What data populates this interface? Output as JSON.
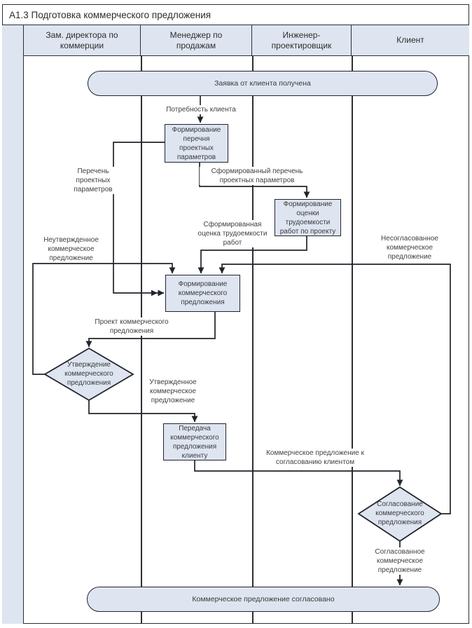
{
  "title": "А1.3 Подготовка коммерческого предложения",
  "lanes": [
    {
      "label": "Зам. директора по коммерции"
    },
    {
      "label": "Менеджер по продажам"
    },
    {
      "label": "Инженер-проектировщик"
    },
    {
      "label": "Клиент"
    }
  ],
  "nodes": {
    "start_event": "Заявка от клиента получена",
    "activity_list_params": "Формирование перечня проектных параметров",
    "activity_effort_estimate": "Формирование оценки трудоемкости работ по проекту",
    "activity_form_proposal": "Формирование коммерческого предложения",
    "activity_send_proposal": "Передача коммерческого предложения клиенту",
    "decision_approve": "Утверждение коммерческого предложения",
    "decision_agree": "Согласование коммерческого предложения",
    "end_event": "Коммерческое предложение согласовано"
  },
  "flow_labels": {
    "client_need": "Потребность клиента",
    "params_list": "Перечень проектных параметров",
    "formed_params_list": "Сформированный перечень проектных параметров",
    "formed_effort_estimate": "Сформированная оценка трудоемкости работ",
    "unapproved_proposal": "Неутвержденное коммерческое предложение",
    "unagreed_proposal": "Несогласованное коммерческое предложение",
    "draft_proposal": "Проект коммерческого предложения",
    "approved_proposal": "Утвержденное коммерческое предложение",
    "proposal_for_agreement": "Коммерческое предложение к согласованию клиентом",
    "agreed_proposal": "Согласованное коммерческое предложение"
  },
  "colors": {
    "shape_fill": "#dee5f1",
    "shape_border": "#20242c",
    "structure_line": "#2b2f36",
    "label_text": "#414141"
  }
}
